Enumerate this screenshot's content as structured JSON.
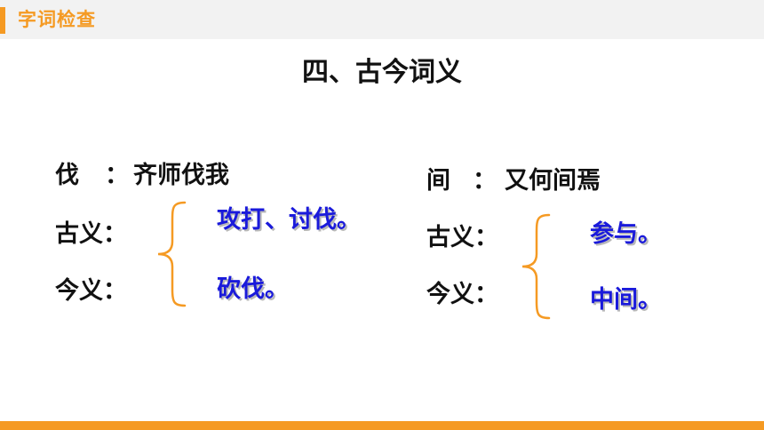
{
  "header": {
    "title": "字词检查"
  },
  "slide_title": "四、古今词义",
  "left_entry": {
    "word": "伐",
    "colon": "：",
    "sentence": "齐师伐我",
    "ancient_label": "古义：",
    "ancient_meaning": "攻打、讨伐。",
    "modern_label": "今义：",
    "modern_meaning": "砍伐。"
  },
  "right_entry": {
    "word": "间",
    "colon": "：",
    "sentence": "又何间焉",
    "ancient_label": "古义：",
    "ancient_meaning": "参与。",
    "modern_label": "今义：",
    "modern_meaning": "中间。"
  },
  "colors": {
    "accent": "#f59a23",
    "answer": "#1a1adb",
    "text": "#111111"
  }
}
